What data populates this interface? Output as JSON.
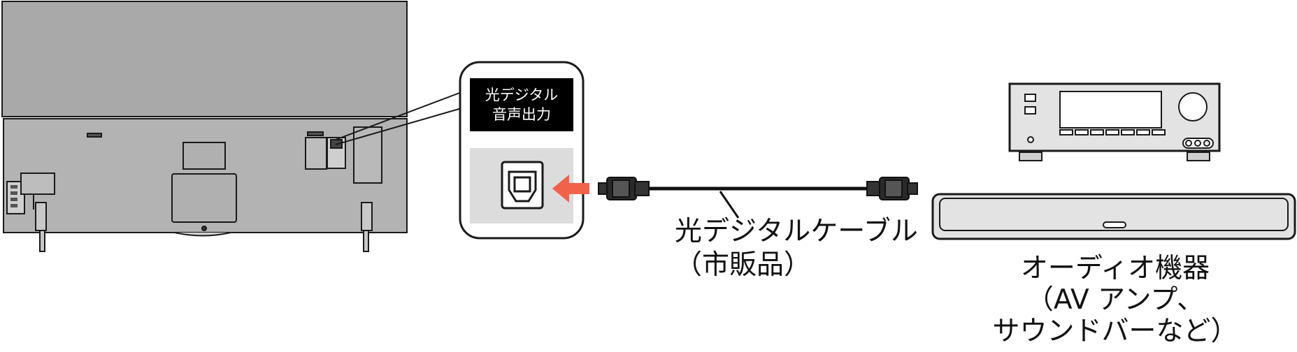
{
  "colors": {
    "tv_panel": "#a9a9a9",
    "tv_lower": "#b7b7b7",
    "outline": "#1a1a1a",
    "callout_box": "#dcdcdc",
    "arrow": "#f0634a",
    "device_fill": "#e3e3e3",
    "label_background": "#000000"
  },
  "icons": {
    "tv_back": "tv-rear-panel",
    "optical_port": "optical-digital-port-icon",
    "insert_arrow": "arrow-left-icon",
    "cable": "optical-cable",
    "av_amp": "av-amplifier-icon",
    "soundbar": "soundbar-icon"
  },
  "port_label": {
    "line1": "光デジタル",
    "line2": "音声出力"
  },
  "cable_label": {
    "line1": "光デジタルケーブル",
    "line2": "（市販品）"
  },
  "audio_label": {
    "line1": "オーディオ機器",
    "line2": "（AV アンプ、",
    "line3": "サウンドバーなど）"
  }
}
